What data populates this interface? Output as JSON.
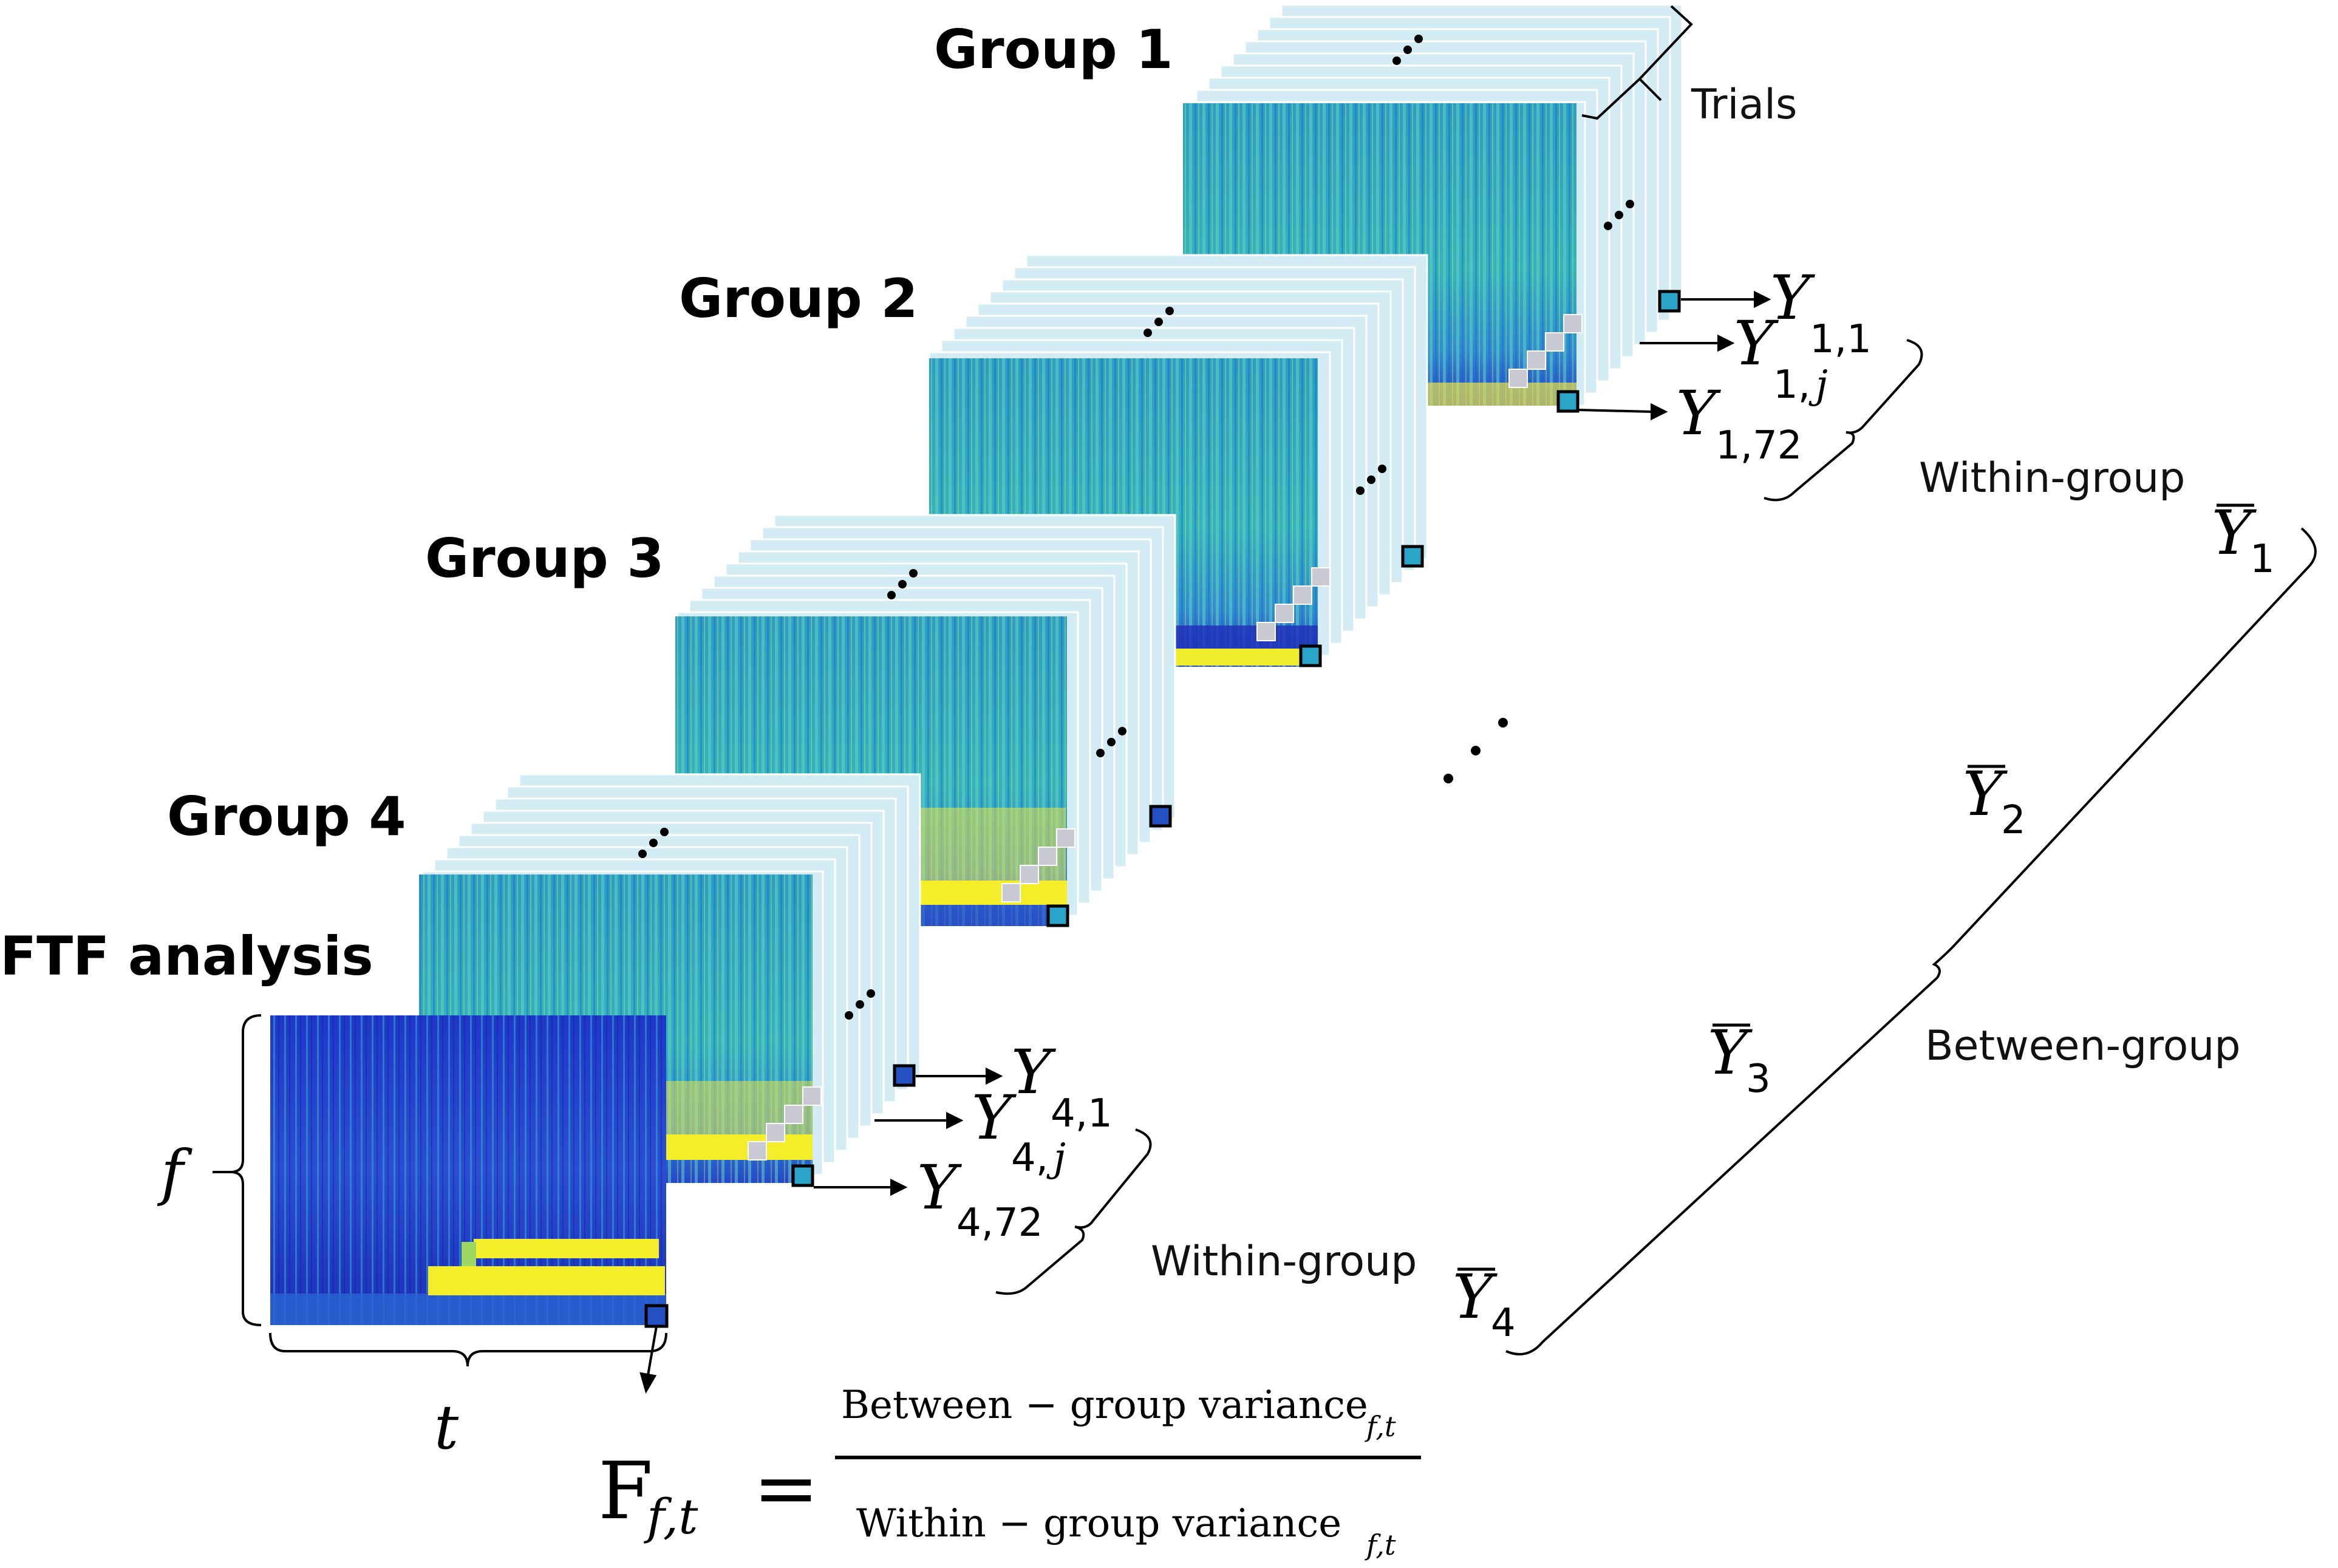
{
  "groups": [
    {
      "title": "Group 1",
      "labels": {
        "first": "1,1",
        "mid": "1,",
        "mid_idx": "j",
        "last": "1,72"
      }
    },
    {
      "title": "Group 2"
    },
    {
      "title": "Group 3"
    },
    {
      "title": "Group 4",
      "labels": {
        "first": "4,1",
        "mid": "4,",
        "mid_idx": "j",
        "last": "4,72"
      }
    }
  ],
  "annotations": {
    "trials": "Trials",
    "within_group_top": "Within-group",
    "within_group_bottom": "Within-group",
    "between_group": "Between-group",
    "ftf_analysis": "FTF analysis",
    "axis_f": "f",
    "axis_t": "t",
    "y_symbol": "Y",
    "means": [
      "1",
      "2",
      "3",
      "4"
    ]
  },
  "formula": {
    "lhs": "F",
    "lhs_sub": "f,t",
    "equals": "=",
    "numerator": "Between − group variance",
    "numerator_sub": "f,t",
    "denominator": "Within − group variance",
    "denominator_sub": "f,t"
  },
  "colors": {
    "spectrogram_base": "#2ca9c6",
    "spectrogram_dark": "#1c2fc4",
    "spectrogram_hot": "#f7f21d",
    "trial_stack": "#c8e6ef",
    "marker": "#163b9c"
  }
}
